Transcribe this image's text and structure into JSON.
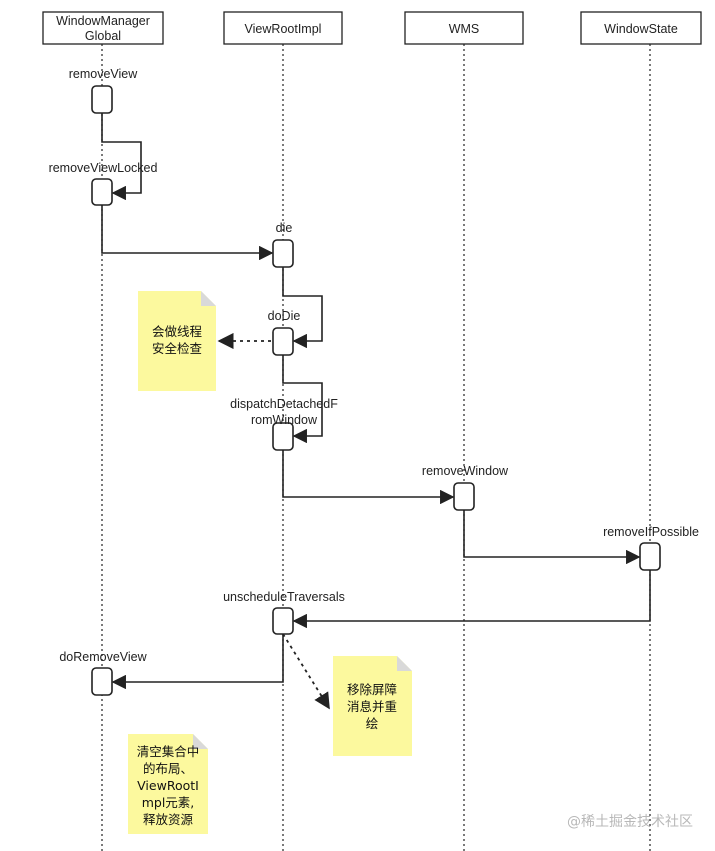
{
  "participants": [
    {
      "id": "wmg",
      "lines": [
        "WindowManager",
        "Global"
      ]
    },
    {
      "id": "vri",
      "lines": [
        "ViewRootImpl"
      ]
    },
    {
      "id": "wms",
      "lines": [
        "WMS"
      ]
    },
    {
      "id": "ws",
      "lines": [
        "WindowState"
      ]
    }
  ],
  "activations": [
    {
      "id": "removeView",
      "participant": "wmg",
      "label": [
        "removeView"
      ]
    },
    {
      "id": "removeViewLocked",
      "participant": "wmg",
      "label": [
        "removeViewLocked"
      ]
    },
    {
      "id": "die",
      "participant": "vri",
      "label": [
        "die"
      ]
    },
    {
      "id": "doDie",
      "participant": "vri",
      "label": [
        "doDie"
      ]
    },
    {
      "id": "dispatchDetachedFromWindow",
      "participant": "vri",
      "label": [
        "dispatchDetachedF",
        "romWindow"
      ]
    },
    {
      "id": "removeWindow",
      "participant": "wms",
      "label": [
        "removeWindow"
      ]
    },
    {
      "id": "removeIfPossible",
      "participant": "ws",
      "label": [
        "removeIfPossible"
      ]
    },
    {
      "id": "unscheduleTraversals",
      "participant": "vri",
      "label": [
        "unscheduleTraversals"
      ]
    },
    {
      "id": "doRemoveView",
      "participant": "wmg",
      "label": [
        "doRemoveView"
      ]
    }
  ],
  "notes": [
    {
      "id": "note-thread-check",
      "lines": [
        "会做线程",
        "安全检查"
      ]
    },
    {
      "id": "note-remove-barrier",
      "lines": [
        "移除屏障",
        "消息并重",
        "绘"
      ]
    },
    {
      "id": "note-clear-set",
      "lines": [
        "清空集合中",
        "的布局、",
        "ViewRootI",
        "mpl元素,",
        "释放资源"
      ]
    }
  ],
  "watermark": "@稀土掘金技术社区",
  "colors": {
    "note_fill": "#fcf99e",
    "note_fold": "#d9d9d9",
    "line": "#222222"
  }
}
